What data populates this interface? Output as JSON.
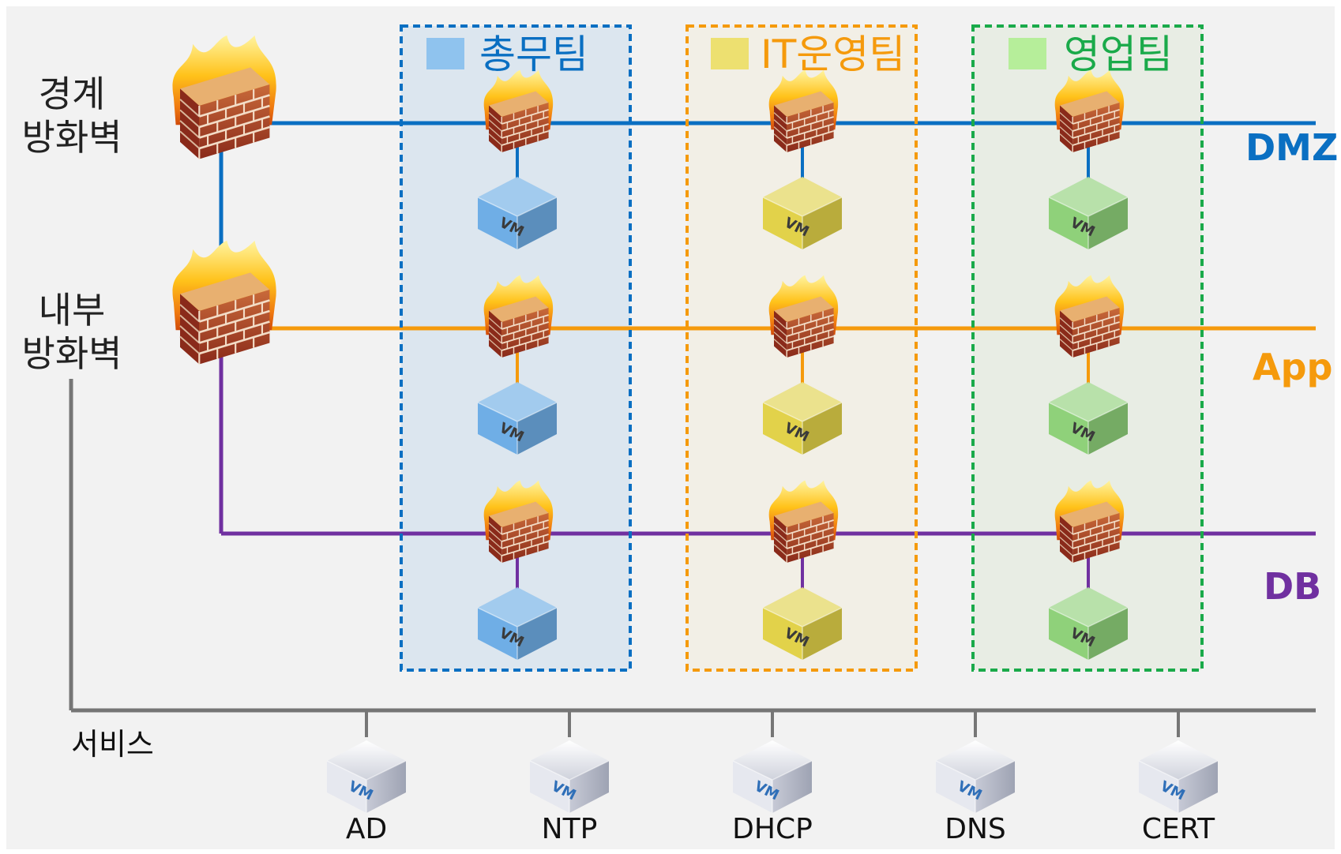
{
  "labels": {
    "perimeter_fw": [
      "경계",
      "방화벽"
    ],
    "internal_fw": [
      "내부",
      "방화벽"
    ],
    "services": "서비스"
  },
  "zones": {
    "dmz": {
      "label": "DMZ",
      "color": "#0a6fc2"
    },
    "app": {
      "label": "App",
      "color": "#f59a0c"
    },
    "db": {
      "label": "DB",
      "color": "#7030a0"
    }
  },
  "teams": [
    {
      "name": "총무팀",
      "color": "#0a6fc2",
      "fill": "#dce6ef",
      "swatch": "#8fc3ee",
      "cube": "#6faee6"
    },
    {
      "name": "IT운영팀",
      "color": "#f59a0c",
      "fill": "#f2efe6",
      "swatch": "#ede070",
      "cube": "#e2d24a"
    },
    {
      "name": "영업팀",
      "color": "#1aaa4a",
      "fill": "#e8ede4",
      "swatch": "#b6ee9a",
      "cube": "#8fd17a"
    }
  ],
  "services": [
    "AD",
    "NTP",
    "DHCP",
    "DNS",
    "CERT"
  ],
  "vm_text": "VM",
  "colors": {
    "service_line": "#767676",
    "background": "#f2f2f2"
  }
}
